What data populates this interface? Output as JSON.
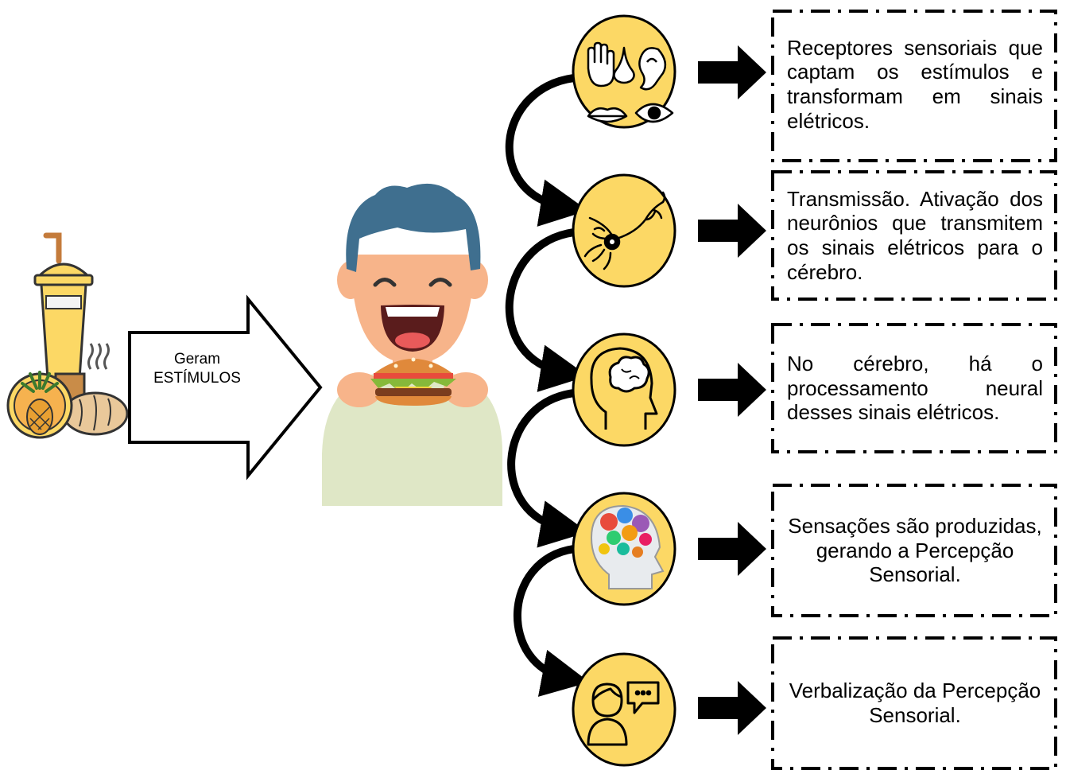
{
  "stimulus_arrow": {
    "line1": "Geram",
    "line2": "ESTÍMULOS"
  },
  "colors": {
    "circle_fill": "#fcd865",
    "skin": "#f7b48a",
    "hair": "#3f6f8f",
    "shirt": "#dfe7c6",
    "arrow": "#000000"
  },
  "steps": [
    {
      "icon": "senses-icon",
      "text": "Receptores sensoriais que captam os estímulos e transformam em sinais elétricos.",
      "align": "justify"
    },
    {
      "icon": "neuron-icon",
      "text": "Transmissão. Ativação dos neurônios que transmitem os sinais elétricos para o cérebro.",
      "align": "justify"
    },
    {
      "icon": "brain-head-icon",
      "text": "No cérebro, há o processamento neural desses sinais elétricos.",
      "align": "justify"
    },
    {
      "icon": "gears-brain-icon",
      "text": "Sensações são produzidas, gerando a Percepção Sensorial.",
      "align": "center"
    },
    {
      "icon": "speaking-person-icon",
      "text": "Verbalização da Percepção Sensorial.",
      "align": "center"
    }
  ]
}
